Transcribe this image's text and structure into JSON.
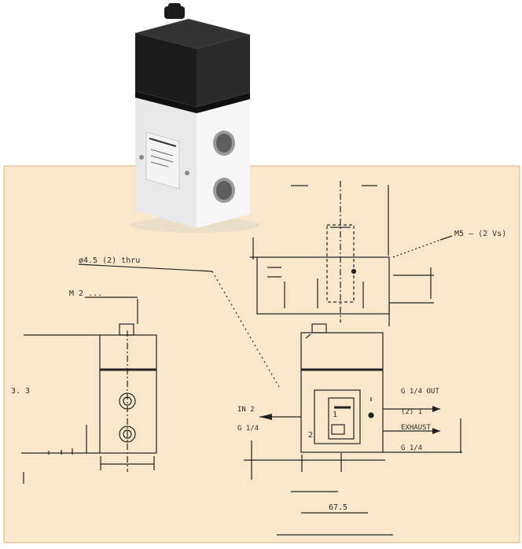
{
  "colors": {
    "panel_background": "#fbe8cc",
    "panel_border": "#e2b070",
    "line": "#222222",
    "product_cap": "#1c1c1c",
    "product_body": "#e9e9ea"
  },
  "product": {
    "name_icon": "valve-product-photo"
  },
  "labels": {
    "port_thread": "M5 – (2 Vs)",
    "mounting_holes": "ø4.5 (2) thru",
    "cable_entry": "M 2 ...",
    "side_height": "3. 3",
    "inlet_label": "IN 2",
    "inlet_sub": "G 1/4",
    "outlet_1": "G 1/4 OUT",
    "outlet_1_sub": "(2) 1",
    "outlet_2": "EXHAUST",
    "outlet_2_sub": "G 1/4",
    "bottom_dim": "67.5",
    "dim_a": "1",
    "dim_b": "2"
  }
}
